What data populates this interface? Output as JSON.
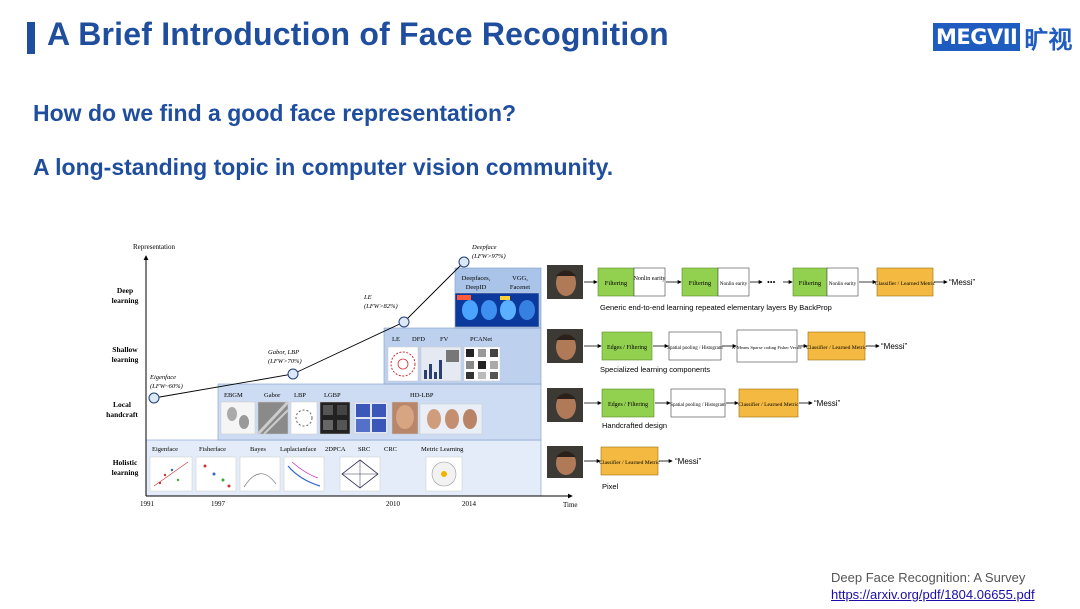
{
  "slide": {
    "title": "A Brief Introduction of Face Recognition",
    "logo_text": "MEGVII",
    "logo_cn": "旷视",
    "question": "How do we find a good face representation?",
    "subtitle": "A long-standing topic in computer vision community."
  },
  "timeline": {
    "y_axis_label": "Representation",
    "x_axis_label": "Time",
    "years": [
      "1991",
      "1997",
      "2010",
      "2014"
    ],
    "rows": [
      {
        "label_line1": "Deep",
        "label_line2": "learning"
      },
      {
        "label_line1": "Shallow",
        "label_line2": "learning"
      },
      {
        "label_line1": "Local",
        "label_line2": "handcraft"
      },
      {
        "label_line1": "Holistic",
        "label_line2": "learning"
      }
    ],
    "milestones": [
      {
        "name": "Eigenface",
        "acc": "(LFW~60%)"
      },
      {
        "name": "Gabor, LBP",
        "acc": "(LFW>70%)"
      },
      {
        "name": "LE",
        "acc": "(LFW>82%)"
      },
      {
        "name": "Deepface",
        "acc": "(LFW>97%)"
      }
    ],
    "holistic_methods": [
      "Eigenface",
      "Fisherface",
      "Bayes",
      "Laplacianface",
      "2DPCA",
      "SRC",
      "CRC",
      "Metric Learning"
    ],
    "local_methods": [
      "EBGM",
      "Gabor",
      "LBP",
      "LGBP",
      "HD-LBP"
    ],
    "shallow_methods": [
      "LE",
      "DFD",
      "FV",
      "PCANet"
    ],
    "deep_methods": [
      "Deepfaces,",
      "DeepID",
      "VGG,",
      "Facenet"
    ]
  },
  "pipelines": {
    "deep": {
      "boxes": [
        "Filtering",
        "Nonlin earity",
        "Filtering",
        "Nonlin earity",
        "Filtering",
        "Nonlin earity",
        "Classifier / Learned Metric"
      ],
      "ellipsis": "•••",
      "output": "“Messi”",
      "caption": "Generic end-to-end learning repeated elementary layers By BackProp"
    },
    "shallow": {
      "boxes": [
        "Edges / Filtering",
        "Spatial pooling / Histogram",
        "K-Means Sparse coding Fisher Vector",
        "Classifier / Learned Metric"
      ],
      "output": "“Messi”",
      "caption": "Specialized learning components"
    },
    "local": {
      "boxes": [
        "Edges / Filtering",
        "Spatial pooling / Histogram",
        "Classifier / Learned Metric"
      ],
      "output": "“Messi”",
      "caption": "Handcrafted design"
    },
    "holistic": {
      "boxes": [
        "Classifier / Learned Metric"
      ],
      "output": "“Messi”",
      "caption": "Pixel"
    }
  },
  "citation": {
    "title": "Deep Face Recognition: A Survey",
    "link": "https://arxiv.org/pdf/1804.06655.pdf"
  },
  "colors": {
    "title": "#1f4e9e",
    "green_box": "#92d050",
    "orange_box": "#f4b940",
    "band_deep": "#a9c4e8",
    "band_shallow": "#bdd1ee",
    "band_local": "#cddcf2",
    "band_holistic": "#e3ecf8"
  }
}
